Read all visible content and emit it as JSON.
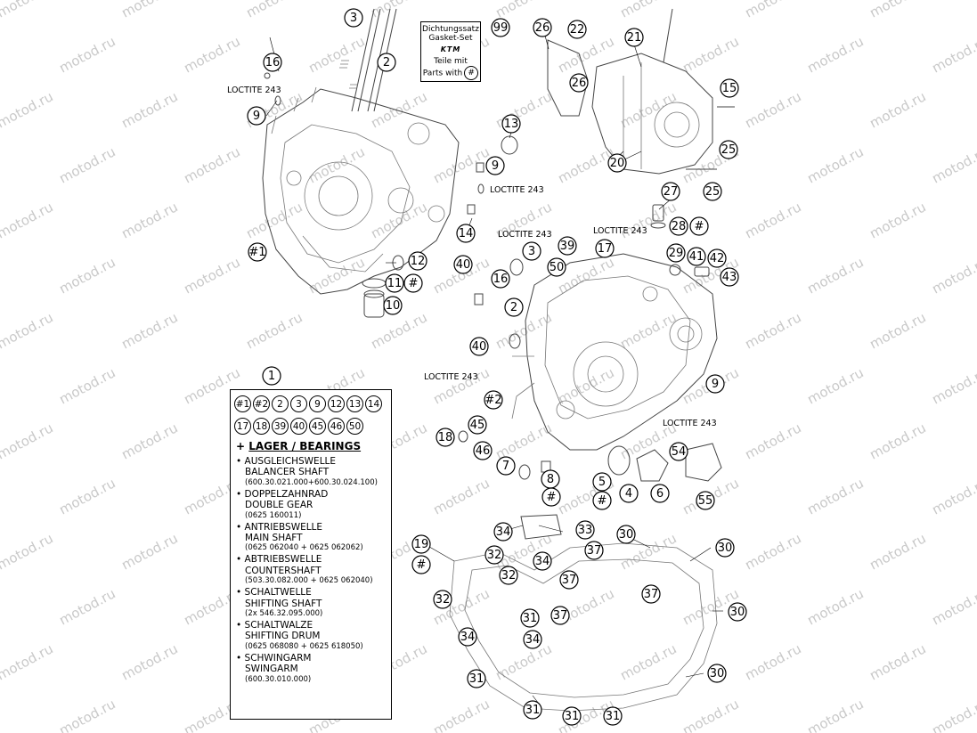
{
  "watermark": "motod.ru",
  "gasket_box": {
    "line1": "Dichtungssatz",
    "line2": "Gasket-Set",
    "logo": "KTM",
    "line3": "Teile mit",
    "line4": "Parts with",
    "symbol": "#"
  },
  "loctite_label": "LOCTITE 243",
  "callouts": {
    "c1": "1",
    "c2a": "2",
    "c2b": "2",
    "c3a": "3",
    "c3b": "3",
    "c4": "4",
    "c5": "5",
    "c6": "6",
    "c7": "7",
    "c8": "8",
    "c9a": "9",
    "c9b": "9",
    "c9c": "9",
    "c10": "10",
    "c11": "11",
    "c12": "12",
    "c13": "13",
    "c14": "14",
    "c15": "15",
    "c16a": "16",
    "c16b": "16",
    "c17": "17",
    "c18": "18",
    "c19": "19",
    "c20": "20",
    "c21": "21",
    "c22": "22",
    "c25a": "25",
    "c25b": "25",
    "c26a": "26",
    "c26b": "26",
    "c27": "27",
    "c28": "28",
    "c29": "29",
    "c30a": "30",
    "c30b": "30",
    "c30c": "30",
    "c30d": "30",
    "c31a": "31",
    "c31b": "31",
    "c31c": "31",
    "c31d": "31",
    "c31e": "31",
    "c32a": "32",
    "c32b": "32",
    "c32c": "32",
    "c33": "33",
    "c34a": "34",
    "c34b": "34",
    "c34c": "34",
    "c34d": "34",
    "c37a": "37",
    "c37b": "37",
    "c37c": "37",
    "c37d": "37",
    "c39": "39",
    "c40a": "40",
    "c40b": "40",
    "c41": "41",
    "c42": "42",
    "c43": "43",
    "c45": "45",
    "c46": "46",
    "c50": "50",
    "c54": "54",
    "c55": "55",
    "c99": "99",
    "h1": "#1",
    "h2": "#2",
    "hash1": "#",
    "hash2": "#",
    "hash3": "#",
    "hash4": "#",
    "hash5": "#"
  },
  "legend": {
    "title_callout": "1",
    "row1": [
      "#1",
      "#2",
      "2",
      "3",
      "9",
      "12",
      "13",
      "14"
    ],
    "row2": [
      "17",
      "18",
      "39",
      "40",
      "45",
      "46",
      "50"
    ],
    "heading_plus": "+",
    "heading": "LAGER / BEARINGS",
    "items": [
      {
        "de": "AUSGLEICHSWELLE",
        "en": "BALANCER SHAFT",
        "pn": "(600.30.021.000+600.30.024.100)"
      },
      {
        "de": "DOPPELZAHNRAD",
        "en": "DOUBLE GEAR",
        "pn": "(0625 160011)"
      },
      {
        "de": "ANTRIEBSWELLE",
        "en": "MAIN SHAFT",
        "pn": "(0625 062040 + 0625 062062)"
      },
      {
        "de": "ABTRIEBSWELLE",
        "en": "COUNTERSHAFT",
        "pn": "(503.30.082.000 + 0625 062040)"
      },
      {
        "de": "SCHALTWELLE",
        "en": "SHIFTING SHAFT",
        "pn": "(2x 546.32.095.000)"
      },
      {
        "de": "SCHALTWALZE",
        "en": "SHIFTING DRUM",
        "pn": "(0625 068080 + 0625 618050)"
      },
      {
        "de": "SCHWINGARM",
        "en": "SWINGARM",
        "pn": "(600.30.010.000)"
      }
    ]
  }
}
